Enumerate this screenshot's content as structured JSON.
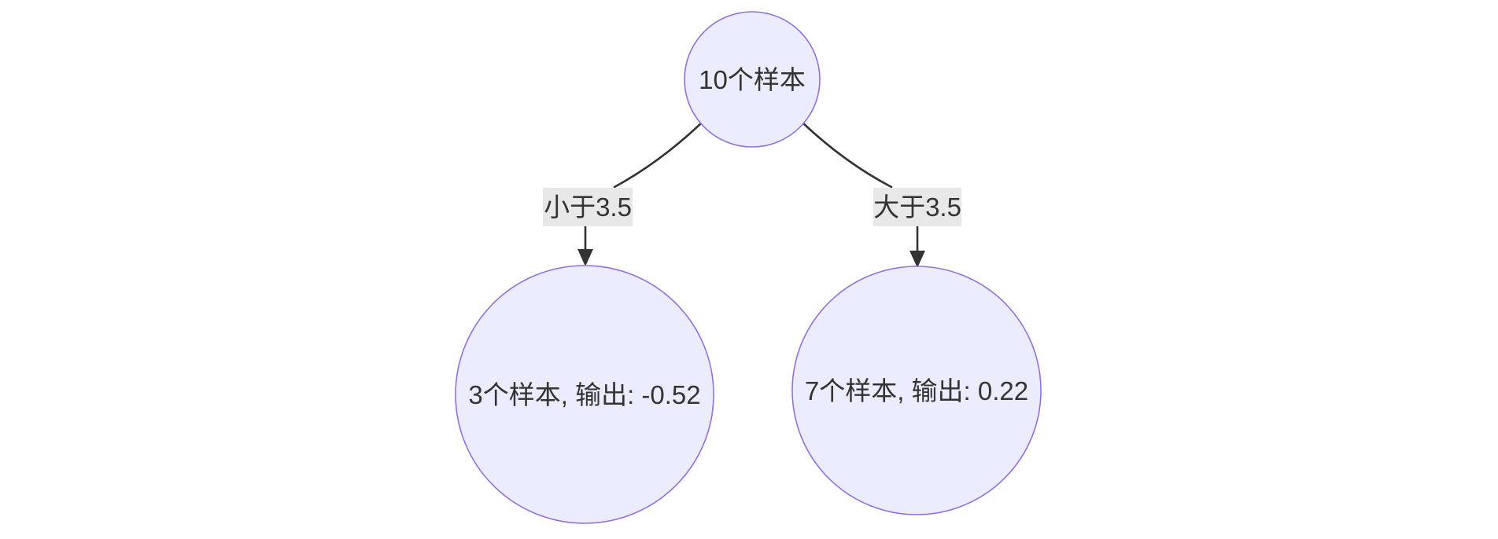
{
  "diagram": {
    "type": "decision-tree-flowchart",
    "background_color": "#ffffff",
    "colors": {
      "node_fill": "#ECECFF",
      "node_stroke": "#9370DB",
      "edge_color": "#333333",
      "edge_label_bg": "#e8e8e8",
      "text_color": "#333333"
    },
    "nodes": {
      "root": {
        "label": "10个样本"
      },
      "left_leaf": {
        "label": "3个样本, 输出: -0.52"
      },
      "right_leaf": {
        "label": "7个样本, 输出: 0.22"
      }
    },
    "edges": {
      "left": {
        "label": "小于3.5",
        "from": "root",
        "to": "left_leaf"
      },
      "right": {
        "label": "大于3.5",
        "from": "root",
        "to": "right_leaf"
      }
    }
  }
}
